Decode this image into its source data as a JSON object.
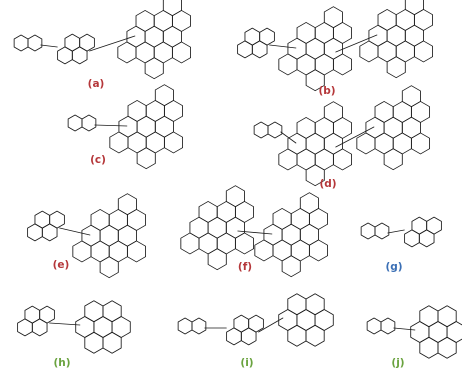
{
  "colors": {
    "red": "#b5373a",
    "blue": "#3b6fb5",
    "green": "#6aa33f",
    "line": "#1a1a1a"
  },
  "panels": [
    {
      "label": "(a)",
      "color": "red",
      "parts": [
        "naphthalene",
        "pyrene",
        "coronene-large"
      ]
    },
    {
      "label": "(b)",
      "color": "red",
      "parts": [
        "pyrene",
        "coronene-large",
        "coronene-large"
      ]
    },
    {
      "label": "(c)",
      "color": "red",
      "parts": [
        "naphthalene",
        "coronene-large"
      ]
    },
    {
      "label": "(d)",
      "color": "red",
      "parts": [
        "naphthalene",
        "coronene-large",
        "coronene-large"
      ]
    },
    {
      "label": "(e)",
      "color": "red",
      "parts": [
        "pyrene",
        "coronene-large"
      ]
    },
    {
      "label": "(f)",
      "color": "red",
      "parts": [
        "coronene-large",
        "coronene-large"
      ]
    },
    {
      "label": "(g)",
      "color": "blue",
      "parts": [
        "naphthalene",
        "pyrene"
      ]
    },
    {
      "label": "(h)",
      "color": "green",
      "parts": [
        "pyrene",
        "coronene"
      ]
    },
    {
      "label": "(i)",
      "color": "green",
      "parts": [
        "naphthalene",
        "pyrene",
        "coronene"
      ]
    },
    {
      "label": "(j)",
      "color": "green",
      "parts": [
        "naphthalene",
        "coronene"
      ]
    }
  ]
}
